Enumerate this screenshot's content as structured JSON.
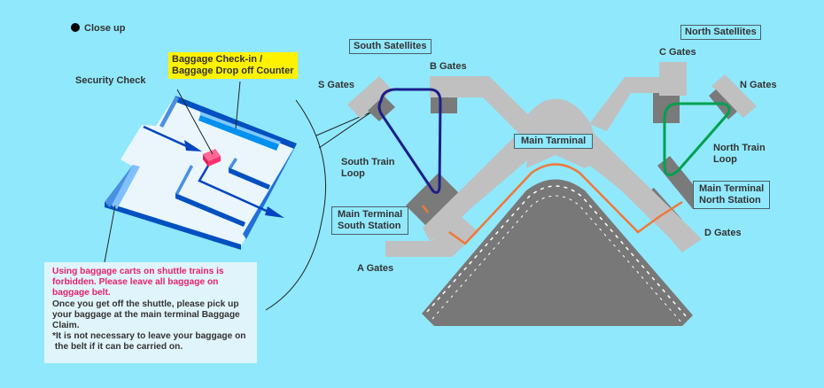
{
  "legend": {
    "closeup_label": "Close up"
  },
  "closeup_labels": {
    "security_check": "Security Check",
    "baggage_counter_line1": "Baggage Check-in /",
    "baggage_counter_line2": "Baggage Drop off Counter"
  },
  "notice": {
    "warning_line1": "Using baggage carts on shuttle trains is",
    "warning_line2": "forbidden. Please leave all baggage on",
    "warning_line3": "baggage belt.",
    "info_line1": "Once you get off the shuttle, please pick up",
    "info_line2": "your baggage at the main terminal Baggage",
    "info_line3": "Claim.",
    "note_line1": "*It is not necessary to leave your baggage on",
    "note_line2": " the belt if it can be carried on."
  },
  "map": {
    "south_satellites": "South Satellites",
    "north_satellites": "North Satellites",
    "main_terminal": "Main Tarminal",
    "gates": {
      "s": "S Gates",
      "b": "B Gates",
      "c": "C Gates",
      "n": "N Gates",
      "a": "A Gates",
      "d": "D Gates"
    },
    "south_train_loop_line1": "South Train",
    "south_train_loop_line2": "Loop",
    "north_train_loop_line1": "North Train",
    "north_train_loop_line2": "Loop",
    "south_station_line1": "Main Terminal",
    "south_station_line2": "South Station",
    "north_station_line1": "Main Terminal",
    "north_station_line2": "North Station"
  },
  "colors": {
    "background": "#90e8fc",
    "building": "#c0c0c0",
    "station": "#7a7a7a",
    "apron": "#787878",
    "south_loop": "#1a1f8a",
    "north_loop": "#00a050",
    "baggage_route": "#f07838",
    "highlight": "#fff200",
    "warning_text": "#e8206a",
    "security_check": "#ff3070",
    "closeup_wall": "#0050c0"
  }
}
